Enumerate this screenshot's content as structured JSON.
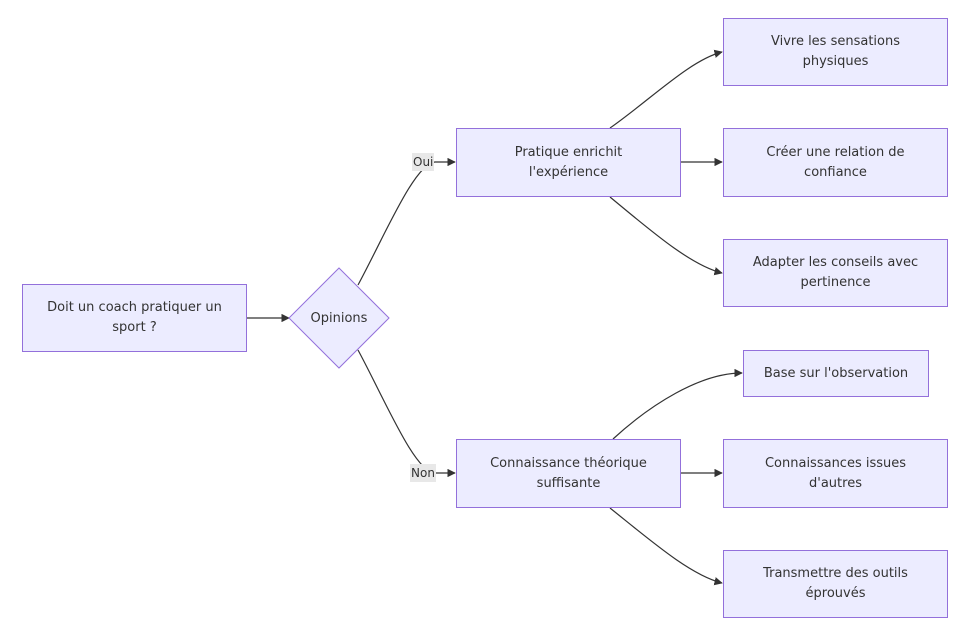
{
  "colors": {
    "node_fill": "#ECECFF",
    "node_stroke": "#9370DB",
    "edge": "#333333",
    "label_bg": "#e8e8e8"
  },
  "nodes": {
    "start": "Doit un coach pratiquer un sport ?",
    "decision": "Opinions",
    "yes_main": "Pratique enrichit l'expérience",
    "yes_1": "Vivre les sensations physiques",
    "yes_2": "Créer une relation de confiance",
    "yes_3": "Adapter les conseils avec pertinence",
    "no_main": "Connaissance théorique suffisante",
    "no_1": "Base sur l'observation",
    "no_2": "Connaissances issues d'autres",
    "no_3": "Transmettre des outils éprouvés"
  },
  "edge_labels": {
    "yes": "Oui",
    "no": "Non"
  }
}
